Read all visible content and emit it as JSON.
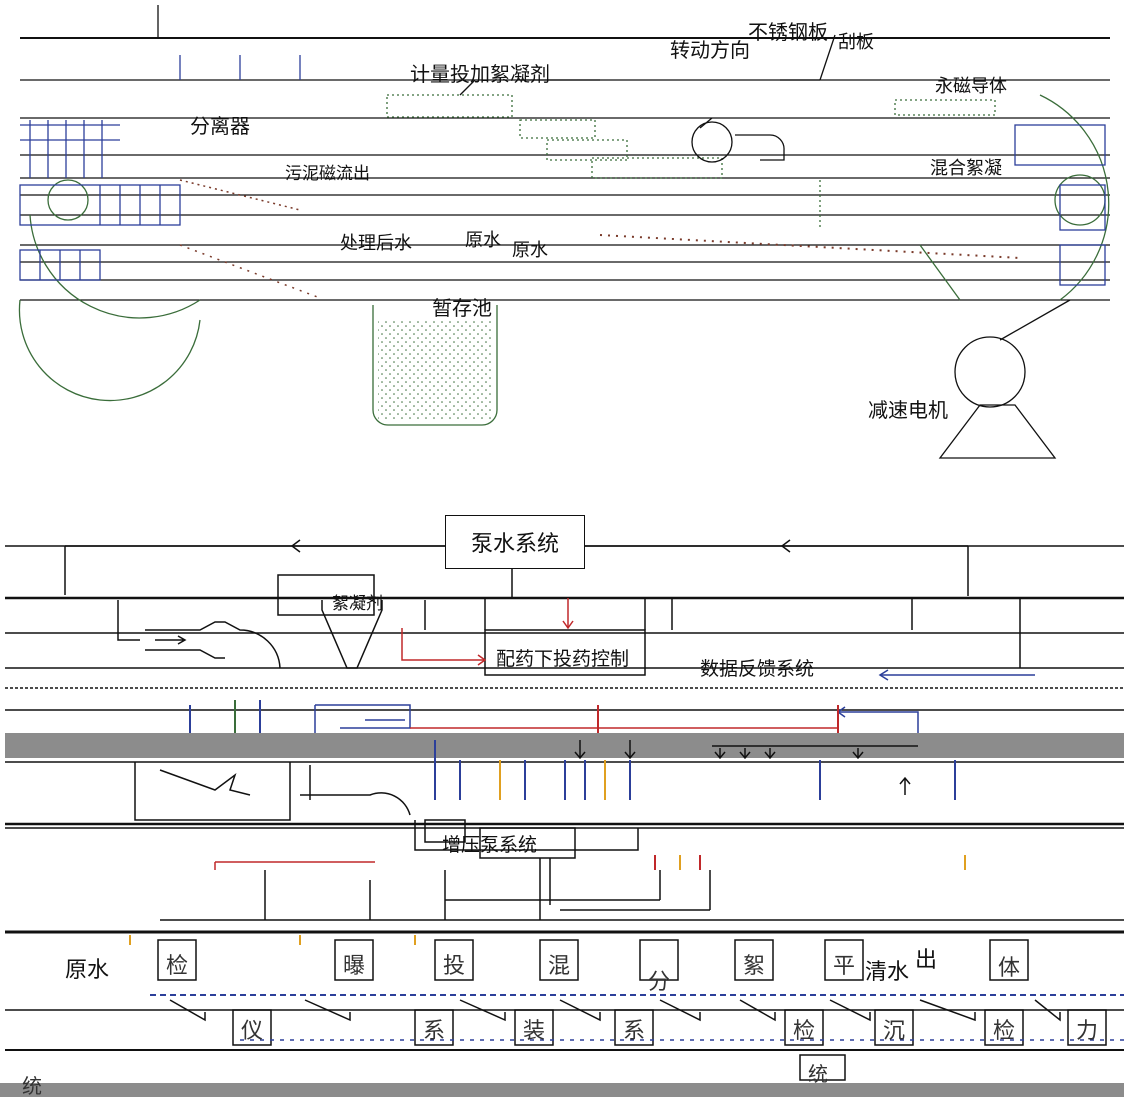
{
  "top_diagram": {
    "labels": {
      "stainless_plate": "不锈钢板",
      "scraper": "刮板",
      "rotation_direction": "转动方向",
      "dosing_flocculant": "计量投加絮凝剂",
      "separator": "分离器",
      "permanent_magnet": "永磁导体",
      "sludge_outflow": "污泥磁流出",
      "mixing_flocculation": "混合絮凝",
      "treated_water": "处理后水",
      "raw_water_1": "原水",
      "raw_water_2": "原水",
      "storage_tank": "暂存池",
      "reducer_motor": "减速电机"
    }
  },
  "bottom_diagram": {
    "labels": {
      "pump_system": "泵水系统",
      "coagulant": "絮凝剂",
      "auto_dosing_control": "配药下投药控制",
      "feedback_system": "数据反馈系统",
      "pressure_system": "增压泵系统",
      "raw_water": "原水",
      "clean_water": "清水",
      "out": "出",
      "stage_1": "检",
      "stage_2": "曝",
      "stage_3": "投",
      "stage_4": "混",
      "stage_5": "分",
      "stage_6": "絮",
      "stage_7": "平",
      "stage_8": "体",
      "lower_1": "仪",
      "lower_2": "系",
      "lower_3": "装",
      "lower_4": "系",
      "lower_5": "检",
      "lower_6": "沉",
      "lower_7": "检",
      "lower_8": "力",
      "bottom_1": "统",
      "bottom_2": "统"
    }
  }
}
